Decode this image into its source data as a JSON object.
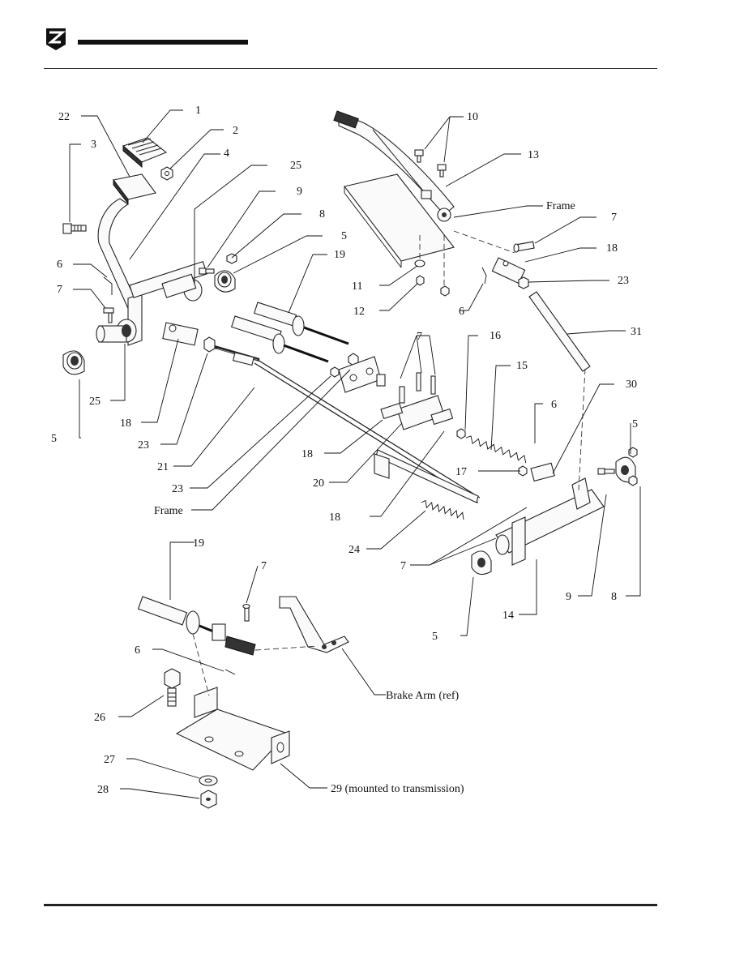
{
  "header": {
    "logo_icon": "brand-logo-icon"
  },
  "diagram": {
    "callouts": [
      {
        "id": "c1",
        "text": "1"
      },
      {
        "id": "c2",
        "text": "2"
      },
      {
        "id": "c3",
        "text": "3"
      },
      {
        "id": "c22",
        "text": "22"
      },
      {
        "id": "c4",
        "text": "4"
      },
      {
        "id": "c25a",
        "text": "25"
      },
      {
        "id": "c9a",
        "text": "9"
      },
      {
        "id": "c8a",
        "text": "8"
      },
      {
        "id": "c5a",
        "text": "5"
      },
      {
        "id": "c19a",
        "text": "19"
      },
      {
        "id": "c6a",
        "text": "6"
      },
      {
        "id": "c7a",
        "text": "7"
      },
      {
        "id": "c10",
        "text": "10"
      },
      {
        "id": "c13",
        "text": "13"
      },
      {
        "id": "cFrame1",
        "text": "Frame"
      },
      {
        "id": "c7b",
        "text": "7"
      },
      {
        "id": "c18a",
        "text": "18"
      },
      {
        "id": "c23a",
        "text": "23"
      },
      {
        "id": "c11",
        "text": "11"
      },
      {
        "id": "c12",
        "text": "12"
      },
      {
        "id": "c6b",
        "text": "6"
      },
      {
        "id": "c31",
        "text": "31"
      },
      {
        "id": "c7c",
        "text": "7"
      },
      {
        "id": "c16",
        "text": "16"
      },
      {
        "id": "c15",
        "text": "15"
      },
      {
        "id": "c30",
        "text": "30"
      },
      {
        "id": "c6c",
        "text": "6"
      },
      {
        "id": "c5b",
        "text": "5"
      },
      {
        "id": "c25b",
        "text": "25"
      },
      {
        "id": "c5c",
        "text": "5"
      },
      {
        "id": "c18b",
        "text": "18"
      },
      {
        "id": "c23b",
        "text": "23"
      },
      {
        "id": "c21",
        "text": "21"
      },
      {
        "id": "c23c",
        "text": "23"
      },
      {
        "id": "cFrame2",
        "text": "Frame"
      },
      {
        "id": "c18c",
        "text": "18"
      },
      {
        "id": "c20",
        "text": "20"
      },
      {
        "id": "c18d",
        "text": "18"
      },
      {
        "id": "c17",
        "text": "17"
      },
      {
        "id": "c24",
        "text": "24"
      },
      {
        "id": "c7d",
        "text": "7"
      },
      {
        "id": "c5d",
        "text": "5"
      },
      {
        "id": "c14",
        "text": "14"
      },
      {
        "id": "c9b",
        "text": "9"
      },
      {
        "id": "c8b",
        "text": "8"
      },
      {
        "id": "c19b",
        "text": "19"
      },
      {
        "id": "c7e",
        "text": "7"
      },
      {
        "id": "c6d",
        "text": "6"
      },
      {
        "id": "cBrake",
        "text": "Brake Arm (ref)"
      },
      {
        "id": "c26",
        "text": "26"
      },
      {
        "id": "c27",
        "text": "27"
      },
      {
        "id": "c28",
        "text": "28"
      },
      {
        "id": "c29",
        "text": "29 (mounted to transmission)"
      }
    ]
  }
}
